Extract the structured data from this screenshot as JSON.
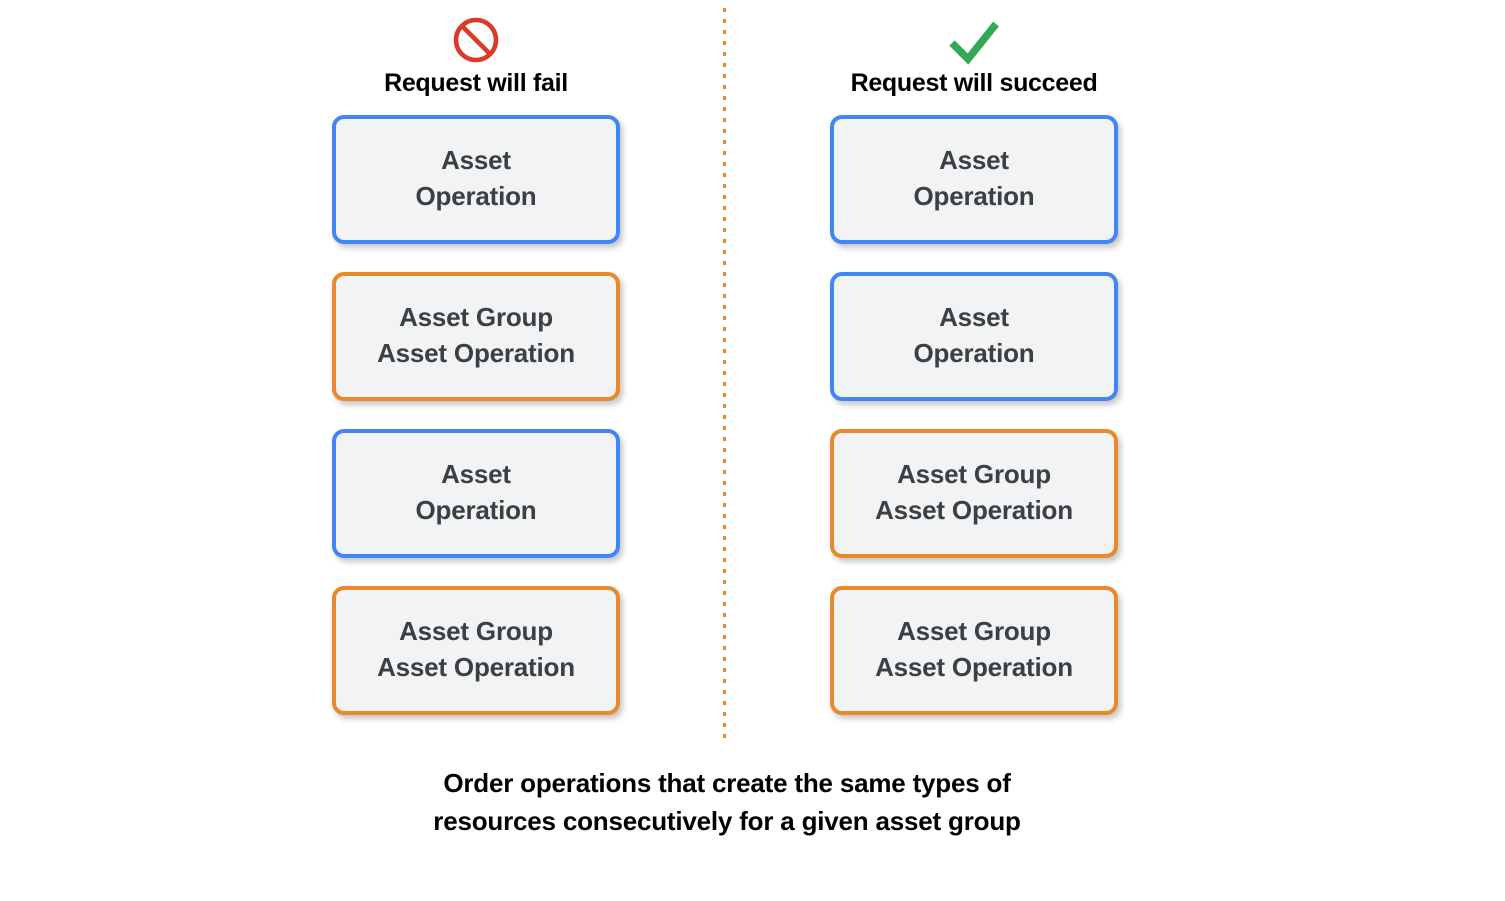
{
  "diagram": {
    "divider": {
      "name": "vertical-dotted-divider",
      "color": "#E8892B"
    },
    "colors": {
      "blue_border": "#4285F4",
      "orange_border": "#E8892B",
      "card_fill": "#F1F3F4",
      "card_text": "#3C4043",
      "fail_icon": "#D93B2B",
      "success_icon": "#34A853",
      "background": "#FFFFFF"
    },
    "columns": [
      {
        "id": "fail",
        "icon": "prohibition-icon",
        "icon_color": "#D93B2B",
        "title": "Request will fail",
        "cards": [
          {
            "type": "blue",
            "lines": [
              "Asset",
              "Operation"
            ]
          },
          {
            "type": "orange",
            "lines": [
              "Asset Group",
              "Asset Operation"
            ]
          },
          {
            "type": "blue",
            "lines": [
              "Asset",
              "Operation"
            ]
          },
          {
            "type": "orange",
            "lines": [
              "Asset Group",
              "Asset Operation"
            ]
          }
        ]
      },
      {
        "id": "succeed",
        "icon": "checkmark-icon",
        "icon_color": "#34A853",
        "title": "Request will succeed",
        "cards": [
          {
            "type": "blue",
            "lines": [
              "Asset",
              "Operation"
            ]
          },
          {
            "type": "blue",
            "lines": [
              "Asset",
              "Operation"
            ]
          },
          {
            "type": "orange",
            "lines": [
              "Asset Group",
              "Asset Operation"
            ]
          },
          {
            "type": "orange",
            "lines": [
              "Asset Group",
              "Asset Operation"
            ]
          }
        ]
      }
    ],
    "caption": {
      "line1": "Order operations that create the same types of",
      "line2": "resources consecutively for a given asset group"
    }
  }
}
